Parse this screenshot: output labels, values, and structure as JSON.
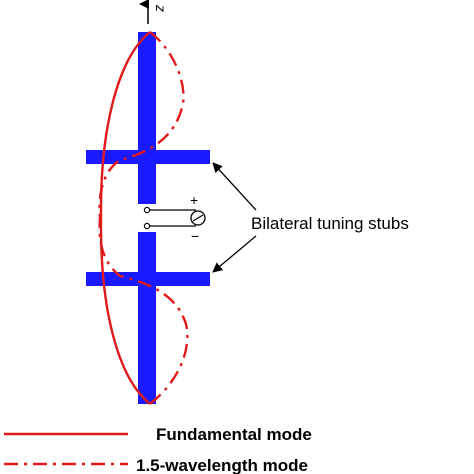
{
  "axis": {
    "label": "z"
  },
  "annotation": {
    "text": "Bilateral tuning stubs"
  },
  "port": {
    "plus": "+",
    "minus": "−"
  },
  "legend": {
    "items": [
      {
        "style": "solid",
        "label": "Fundamental mode"
      },
      {
        "style": "dash-dot",
        "label": "1.5-wavelength mode"
      }
    ]
  },
  "colors": {
    "antenna": "#1a1aff",
    "mode_curve": "#e01a1a",
    "ink": "#000000"
  }
}
